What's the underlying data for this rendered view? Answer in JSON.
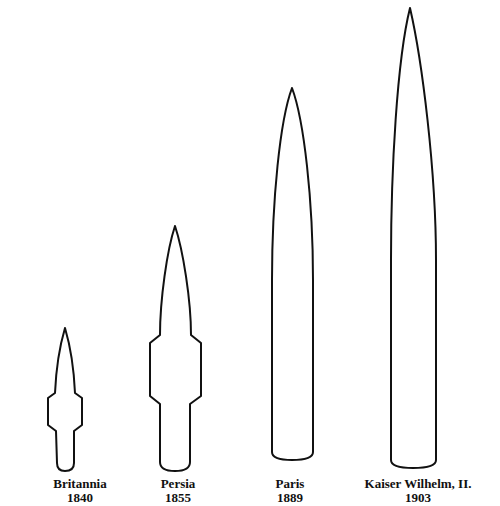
{
  "diagram": {
    "labels": [
      "Britannia",
      "1840",
      "Persia",
      "1855",
      "Paris",
      "1889",
      "Kaiser Wilhelm, II.",
      "1903"
    ]
  }
}
